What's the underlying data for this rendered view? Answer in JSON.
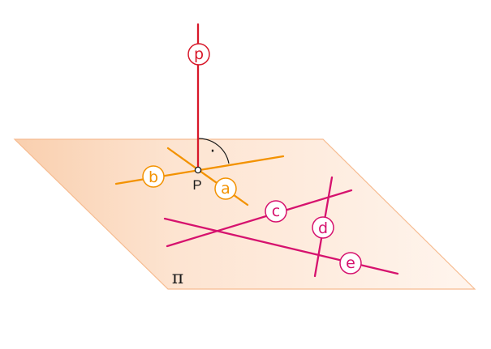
{
  "plane": {
    "name": "π"
  },
  "point": {
    "name": "P"
  },
  "lines": [
    {
      "id": "p",
      "label": "p",
      "color": "#d8182a"
    },
    {
      "id": "a",
      "label": "a",
      "color": "#f39200"
    },
    {
      "id": "b",
      "label": "b",
      "color": "#f39200"
    },
    {
      "id": "c",
      "label": "c",
      "color": "#d6126e"
    },
    {
      "id": "d",
      "label": "d",
      "color": "#d6126e"
    },
    {
      "id": "e",
      "label": "e",
      "color": "#d6126e"
    }
  ],
  "right_angle_mark": "·",
  "colors": {
    "plane_fill_left": "#f9d2b5",
    "plane_fill_right": "#fff3ea",
    "plane_border": "#f6b98c"
  }
}
